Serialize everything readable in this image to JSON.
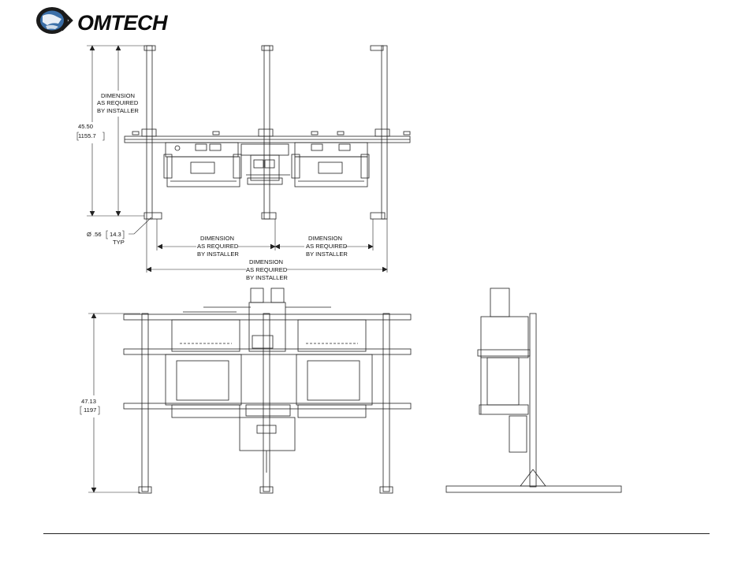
{
  "header": {
    "logo_text": "OMTECH",
    "logo_mark": "globe-logo",
    "brand_color": "#1a1a1a",
    "accent_color": "#3b6fa8"
  },
  "top_view": {
    "height_dim": {
      "inches": "45.50",
      "mm": "1155.7"
    },
    "height_note": [
      "DIMENSION",
      "AS REQUIRED",
      "BY INSTALLER"
    ],
    "hole_dim": {
      "prefix": "Ø .56",
      "mm": "14.3",
      "note": "TYP"
    },
    "span_left_note": [
      "DIMENSION",
      "AS REQUIRED",
      "BY INSTALLER"
    ],
    "span_right_note": [
      "DIMENSION",
      "AS REQUIRED",
      "BY INSTALLER"
    ],
    "span_total_note": [
      "DIMENSION",
      "AS REQUIRED",
      "BY INSTALLER"
    ]
  },
  "front_view": {
    "height_dim": {
      "inches": "47.13",
      "mm": "1197"
    }
  }
}
